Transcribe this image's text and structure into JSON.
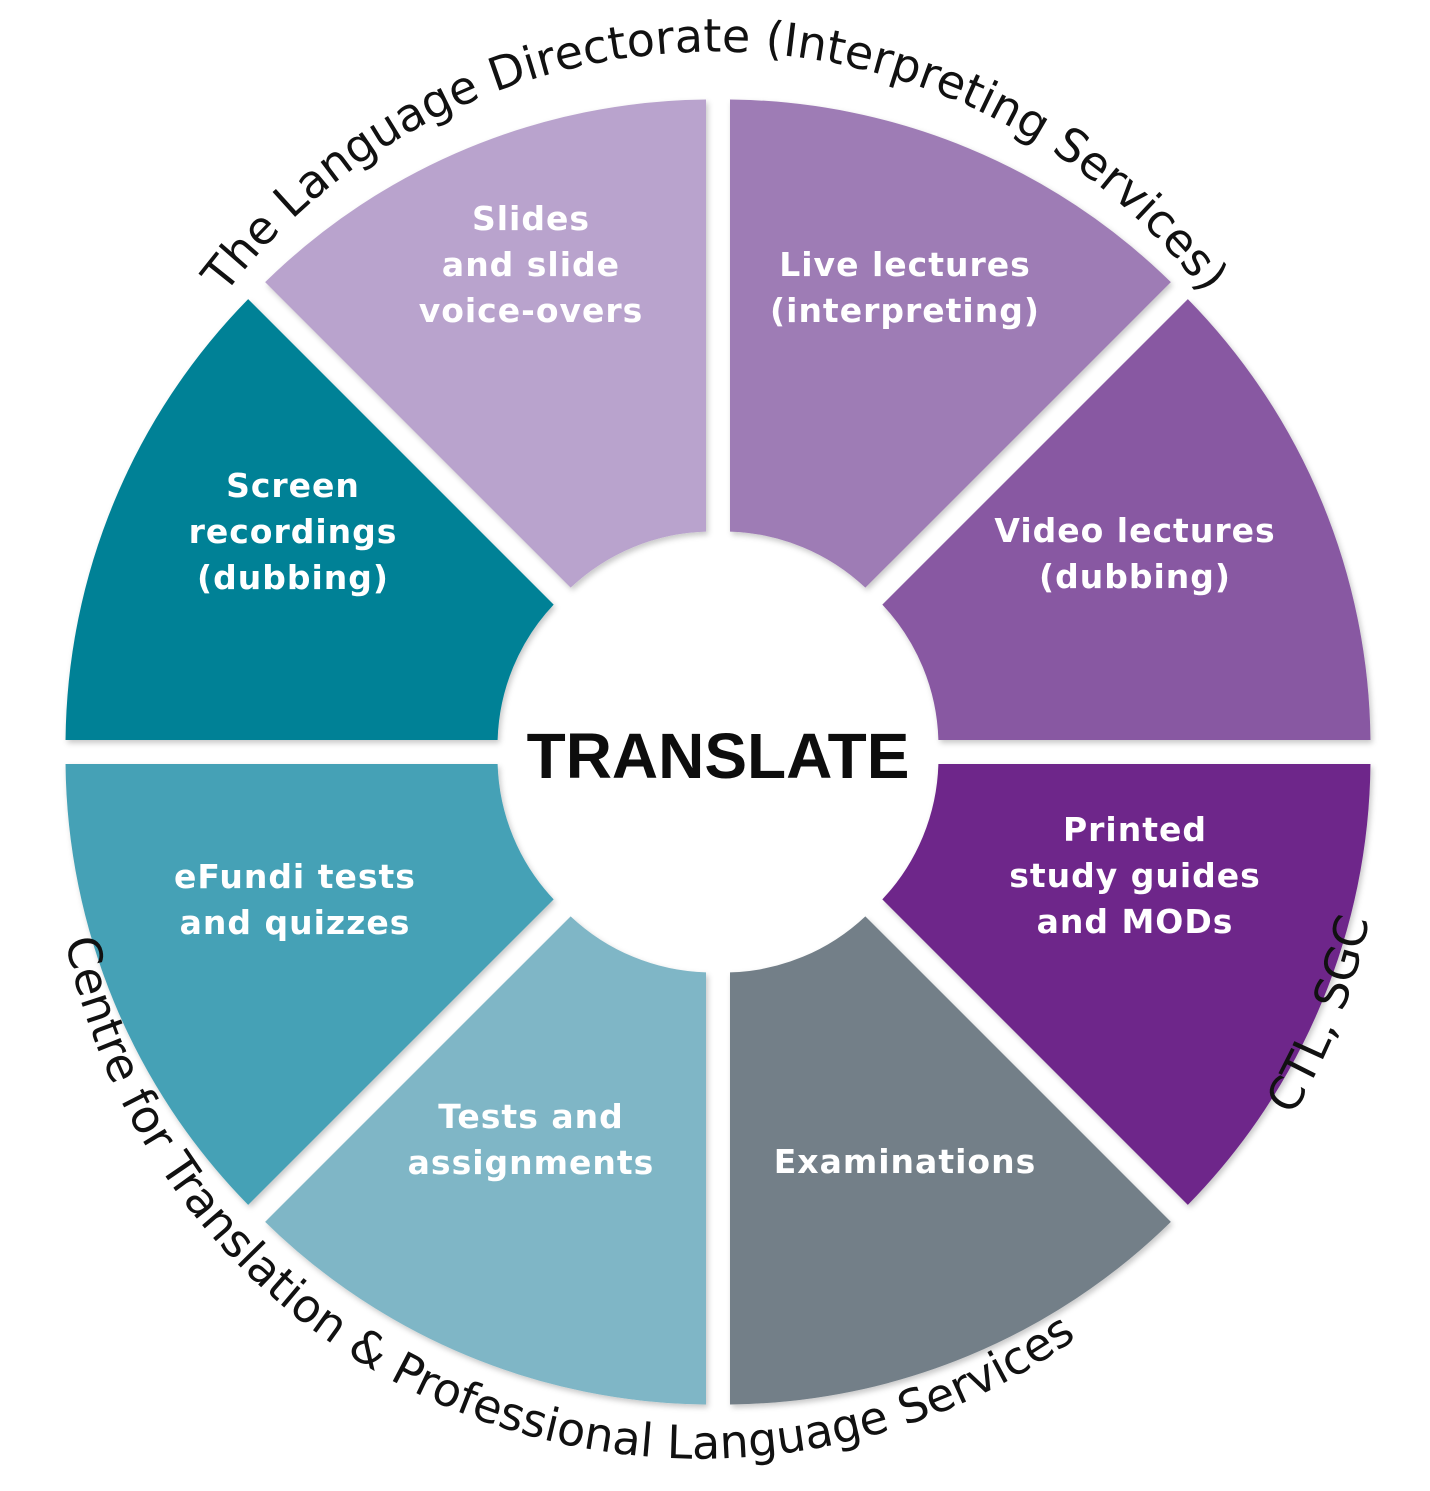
{
  "center": {
    "label": "TRANSLATE"
  },
  "arcs": {
    "top": "The Language Directorate (Interpreting Services)",
    "right": "CTL, SGC",
    "bottom": "Centre for Translation & Professional Language Services"
  },
  "segments": [
    {
      "id": "slides",
      "lines": [
        "Slides",
        "and slide",
        "voice-overs"
      ],
      "color": "#9e7bb5"
    },
    {
      "id": "live-lectures",
      "lines": [
        "Live lectures",
        "(interpreting)"
      ],
      "color": "#8859a2"
    },
    {
      "id": "video-lectures",
      "lines": [
        "Video lectures",
        "(dubbing)"
      ],
      "color": "#6e278a"
    },
    {
      "id": "printed-study-guides",
      "lines": [
        "Printed",
        "study guides",
        "and MODs"
      ],
      "color": "#737f88"
    },
    {
      "id": "examinations",
      "lines": [
        "Examinations"
      ],
      "color": "#7fb6c6"
    },
    {
      "id": "tests-assignments",
      "lines": [
        "Tests and",
        "assignments"
      ],
      "color": "#44a1b6"
    },
    {
      "id": "efundi-tests",
      "lines": [
        "eFundi tests",
        "and quizzes"
      ],
      "color": "#058196"
    },
    {
      "id": "screen-recordings",
      "lines": [
        "Screen",
        "recordings",
        "(dubbing)"
      ],
      "color": "#b9a3cd"
    }
  ]
}
